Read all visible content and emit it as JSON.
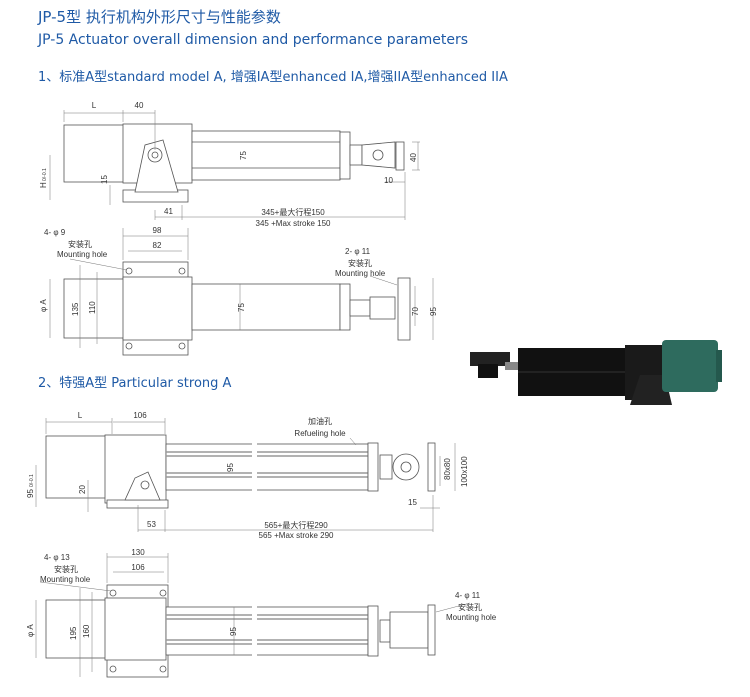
{
  "header": {
    "title_cn": "JP-5型 执行机构外形尺寸与性能参数",
    "title_en": "JP-5 Actuator overall dimension and performance parameters"
  },
  "section1": {
    "heading": "1、标准A型standard model A, 增强IA型enhanced IA,增强IIA型enhanced IIA",
    "side": {
      "L": "L",
      "d40": "40",
      "H": "H",
      "Htol": "0/-0.1",
      "d15": "15",
      "d75": "75",
      "d40r": "40",
      "d10": "10",
      "d41": "41",
      "stroke_cn": "345+最大行程150",
      "stroke_en": "345 +Max stroke 150"
    },
    "top": {
      "holes": "4- φ 9",
      "hole_cn": "安装孔",
      "hole_en": "Mounting hole",
      "d98": "98",
      "d82": "82",
      "phiA": "φ A",
      "d135": "135",
      "d110": "110",
      "d75": "75",
      "holes2": "2- φ 11",
      "hole2_cn": "安装孔",
      "hole2_en": "Mounting hole",
      "d70": "70",
      "d95": "95"
    }
  },
  "section2": {
    "heading": "2、特强A型 Particular strong A",
    "side": {
      "L": "L",
      "d106": "106",
      "refuel_cn": "加油孔",
      "refuel_en": "Refueling hole",
      "H": "95",
      "Htol": "0/-0.1",
      "d20": "20",
      "d95": "95",
      "d53": "53",
      "stroke_cn": "565+最大行程290",
      "stroke_en": "565 +Max stroke 290",
      "d15": "15",
      "d80": "80x80",
      "d100": "100x100"
    },
    "top": {
      "holes": "4- φ 13",
      "hole_cn": "安装孔",
      "hole_en": "Mounting hole",
      "d130": "130",
      "d106": "106",
      "phiA": "φ A",
      "d195": "195",
      "d160": "160",
      "d95": "95",
      "holes2": "4- φ 11",
      "hole2_cn": "安装孔",
      "hole2_en": "Mounting hole"
    }
  },
  "colors": {
    "heading": "#1f5aa6",
    "motor_green": "#2e6b5e"
  }
}
